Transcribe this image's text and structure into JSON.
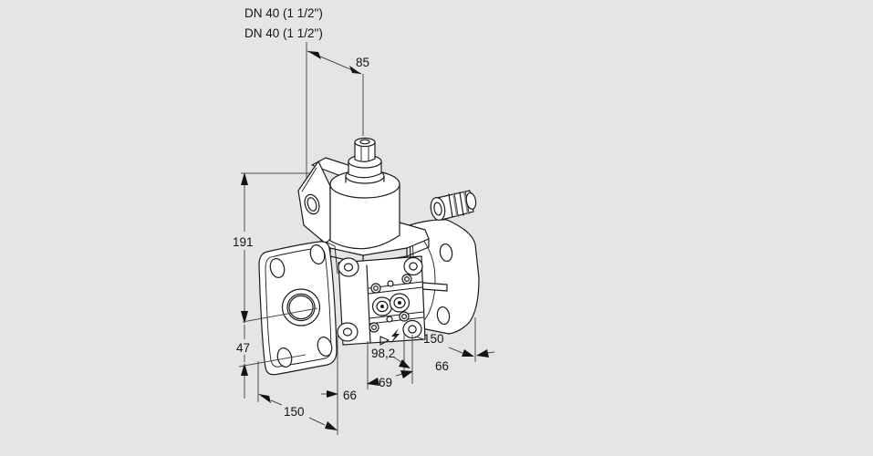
{
  "page": {
    "background": "#e5e5e5"
  },
  "drawing": {
    "type": "isometric-dimension-drawing",
    "product_labels": {
      "line1": "DN 40 (1 1/2\")",
      "line2": "DN 40 (1 1/2\")"
    },
    "dimensions": {
      "top_width": "85",
      "total_height": "191",
      "center_to_bottom": "47",
      "flange_left": "150",
      "bottom_offset": "66",
      "port_spacing": "69",
      "depth": "98,2",
      "flange_right": "150",
      "right_offset": "66"
    },
    "symbols": {
      "flow_direction": "triangle-right",
      "solenoid": "lightning-bolt"
    },
    "colors": {
      "background": "#e5e5e5",
      "outline": "#1c1c1c",
      "dimension_line": "#4d4d4d",
      "text": "#141414",
      "fill": "#ffffff"
    }
  }
}
